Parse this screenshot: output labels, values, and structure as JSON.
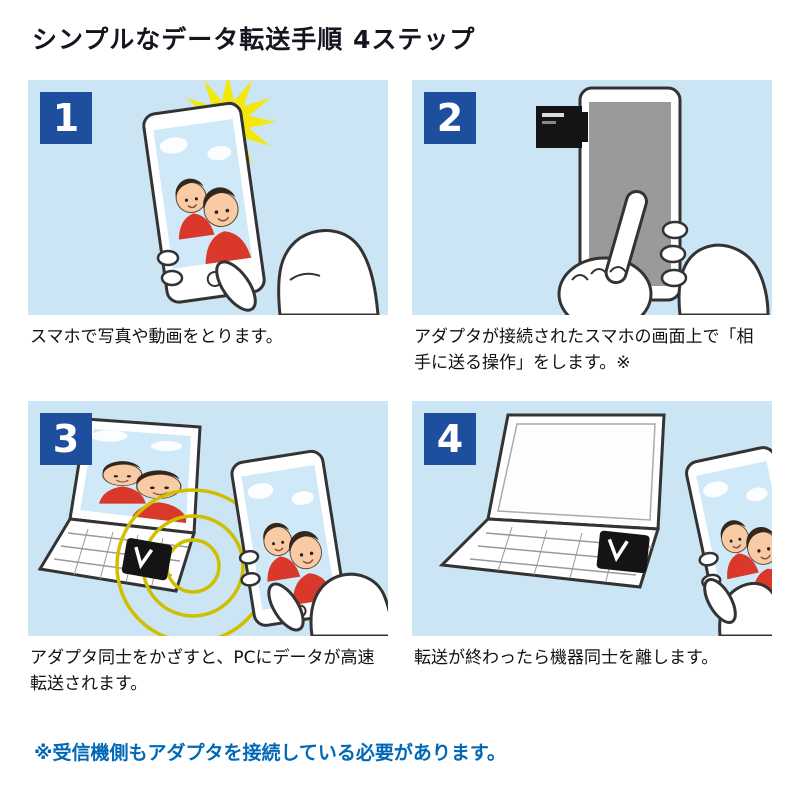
{
  "title": "シンプルなデータ転送手順 4ステップ",
  "steps": [
    {
      "number": "1",
      "caption": "スマホで写真や動画をとります。",
      "illustration": "hand-holding-smartphone-taking-photo-with-sunburst"
    },
    {
      "number": "2",
      "caption": "アダプタが接続されたスマホの画面上で「相手に送る操作」をします。※",
      "illustration": "finger-tapping-smartphone-screen-with-adapter-attached"
    },
    {
      "number": "3",
      "caption": "アダプタ同士をかざすと、PCにデータが高速転送されます。",
      "illustration": "smartphone-held-near-laptop-adapter-with-wireless-waves"
    },
    {
      "number": "4",
      "caption": "転送が終わったら機器同士を離します。",
      "illustration": "smartphone-moved-away-from-laptop-after-transfer"
    }
  ],
  "footnote": "※受信機側もアダプタを接続している必要があります。",
  "colors": {
    "panel_background": "#cbe5f4",
    "badge_background": "#1d4f9e",
    "badge_number": "#ffffff",
    "title_text": "#15151f",
    "caption_text": "#111111",
    "footnote_text": "#0068b7",
    "sunburst_yellow": "#f3e70c",
    "wave_yellow": "#d0be00",
    "photo_sky": "#cfe9f8",
    "shirt_red": "#d9382a",
    "screen_gray": "#9a9a9a",
    "adapter_black": "#141414",
    "line_ink": "#333333"
  },
  "icons": {
    "sunburst": "burst-star-polygon",
    "wireless_waves": "three-concentric-rings",
    "adapter": "black-box-with-white-v-logo",
    "smartphone": "rounded-rect-with-screen",
    "laptop": "tilted-screen-and-keyboard",
    "hand": "white-line-art-hand"
  }
}
